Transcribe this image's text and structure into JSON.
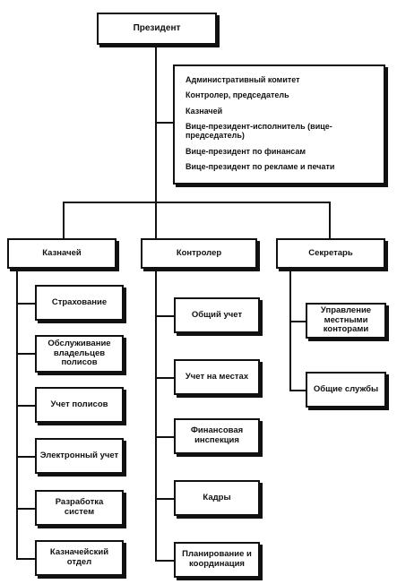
{
  "president": "Президент",
  "committee": [
    "Административный комитет",
    "Контролер, председатель",
    "Казначей",
    "Вице-президент-исполнитель     (вице-председатель)",
    "Вице-президент по финансам",
    "Вице-президент по рекламе и печати"
  ],
  "treasurer": {
    "label": "Казначей",
    "children": [
      "Страхование",
      "Обслуживание владельцев полисов",
      "Учет полисов",
      "Электронный учет",
      "Разработка систем",
      "Казначейский отдел"
    ]
  },
  "controller": {
    "label": "Контролер",
    "children": [
      "Общий учет",
      "Учет на местах",
      "Финансовая инспекция",
      "Кадры",
      "Планирование и координация"
    ]
  },
  "secretary": {
    "label": "Секретарь",
    "children": [
      "Управление местными конторами",
      "Общие службы"
    ]
  }
}
